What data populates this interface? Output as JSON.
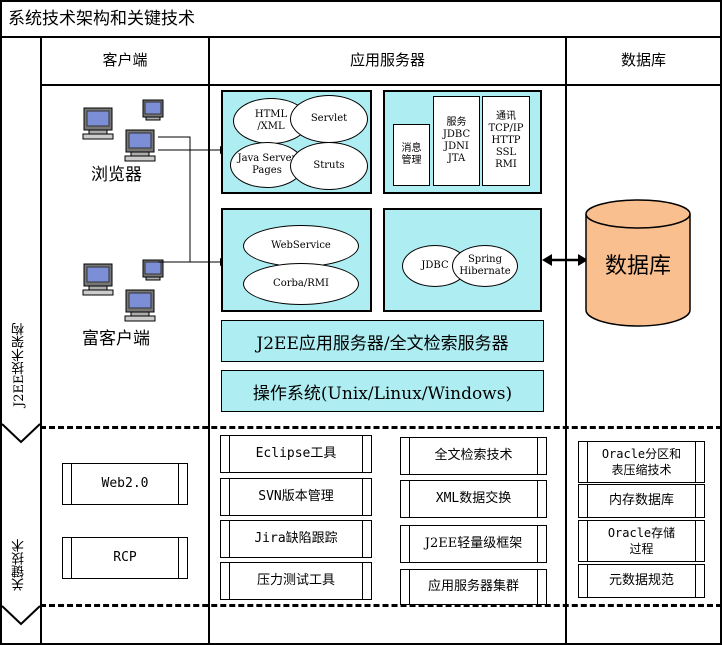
{
  "title": "系统技术架构和关键技术",
  "headers": {
    "client": "客户端",
    "app_server": "应用服务器",
    "database": "数据库"
  },
  "side": {
    "architecture": "J2EE技术架构",
    "key_tech": "关键技术"
  },
  "clients": {
    "browser": "浏览器",
    "rich_client": "富客户端"
  },
  "web_layer": {
    "html": "HTML\n/XML",
    "servlet": "Servlet",
    "jsp": "Java Server\nPages",
    "struts": "Struts"
  },
  "services": {
    "msg": "消息\n管理",
    "svc": "服务\nJDBC\nJDNI\nJTA",
    "comm": "通讯\nTCP/IP\nHTTP\nSSL\nRMI"
  },
  "integration": {
    "webservice": "WebService",
    "corba": "Corba/RMI"
  },
  "data_access": {
    "jdbc": "JDBC",
    "spring": "Spring\nHibernate"
  },
  "bars": {
    "j2ee": "J2EE应用服务器/全文检索服务器",
    "os": "操作系统(Unix/Linux/Windows)"
  },
  "db_label": "数据库",
  "key_tech": {
    "client": [
      "Web2.0",
      "RCP"
    ],
    "tools": [
      "Eclipse工具",
      "SVN版本管理",
      "Jira缺陷跟踪",
      "压力测试工具"
    ],
    "server_tech": [
      "全文检索技术",
      "XML数据交换",
      "J2EE轻量级框架",
      "应用服务器集群"
    ],
    "db_tech": [
      "Oracle分区和\n表压缩技术",
      "内存数据库",
      "Oracle存储\n过程",
      "元数据规范"
    ]
  },
  "colors": {
    "cyan": "#aeeef2",
    "db_orange": "#f9bf8f"
  }
}
